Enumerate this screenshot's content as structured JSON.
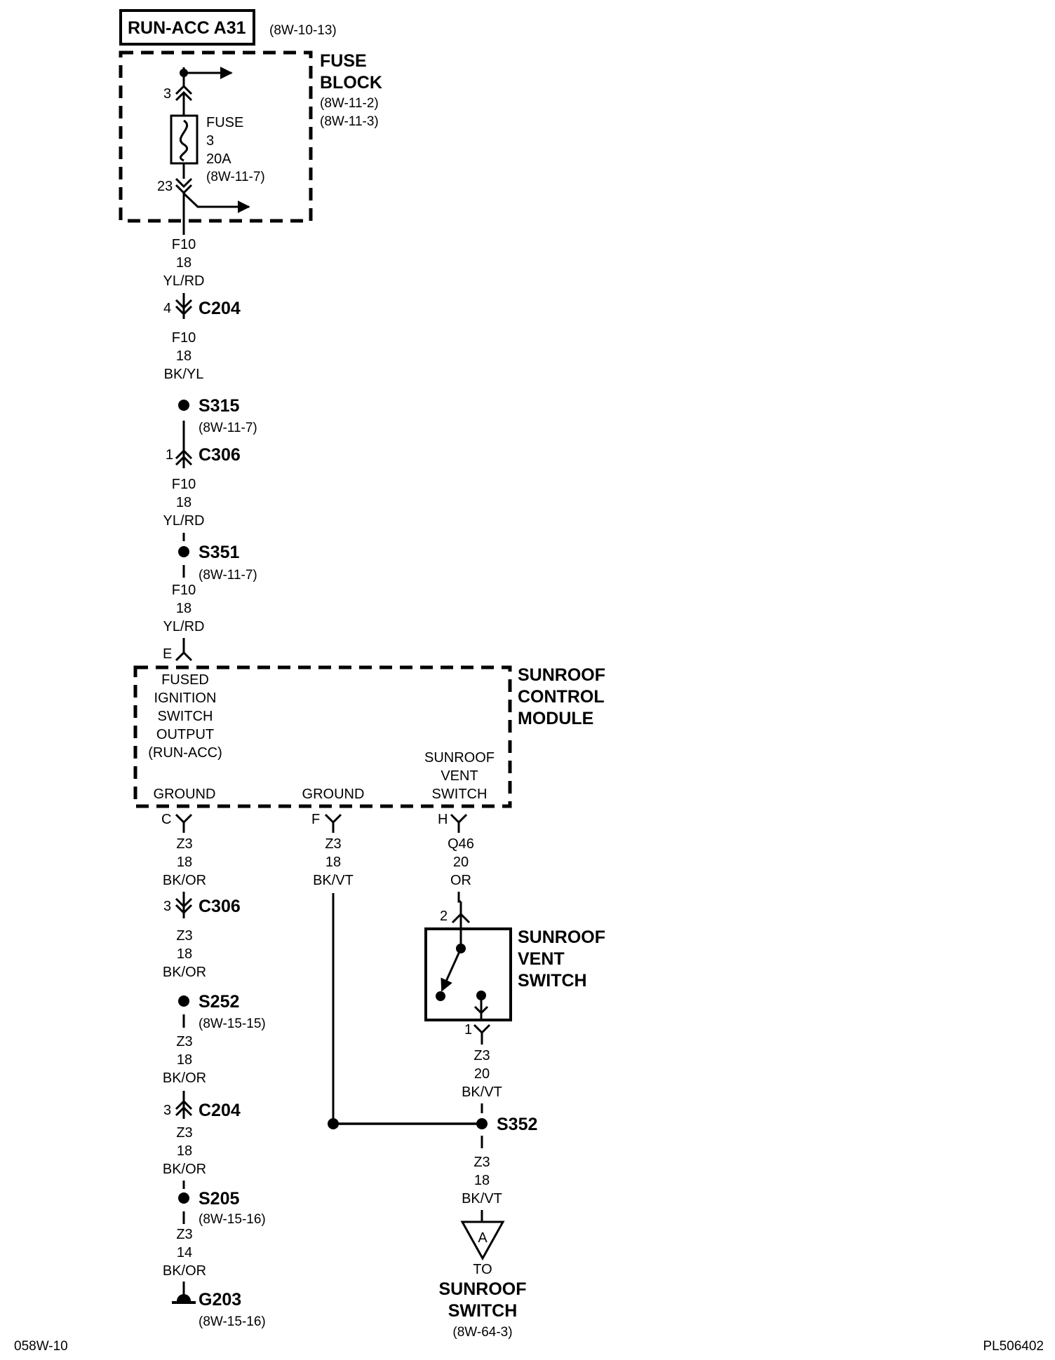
{
  "header": {
    "title": "RUN-ACC A31",
    "ref": "(8W-10-13)"
  },
  "fuse_block": {
    "label_line1": "FUSE",
    "label_line2": "BLOCK",
    "ref1": "(8W-11-2)",
    "ref2": "(8W-11-3)",
    "pin_top": "3",
    "pin_bottom": "23",
    "fuse": {
      "line1": "FUSE",
      "line2": "3",
      "line3": "20A",
      "ref": "(8W-11-7)"
    }
  },
  "wire_sections": {
    "w1": [
      "F10",
      "18",
      "YL/RD"
    ],
    "w2": [
      "F10",
      "18",
      "BK/YL"
    ],
    "w3": [
      "F10",
      "18",
      "YL/RD"
    ],
    "w4": [
      "F10",
      "18",
      "YL/RD"
    ],
    "w5": [
      "Z3",
      "18",
      "BK/OR"
    ],
    "w6": [
      "Z3",
      "18",
      "BK/VT"
    ],
    "w7": [
      "Q46",
      "20",
      "OR"
    ],
    "w8": [
      "Z3",
      "18",
      "BK/OR"
    ],
    "w9": [
      "Z3",
      "18",
      "BK/OR"
    ],
    "w10": [
      "Z3",
      "20",
      "BK/VT"
    ],
    "w11": [
      "Z3",
      "18",
      "BK/OR"
    ],
    "w12": [
      "Z3",
      "18",
      "BK/VT"
    ],
    "w13": [
      "Z3",
      "14",
      "BK/OR"
    ]
  },
  "connectors": {
    "c204_top": {
      "pin": "4",
      "name": "C204"
    },
    "c306_top": {
      "pin": "1",
      "name": "C306"
    },
    "c306_bot": {
      "pin": "3",
      "name": "C306"
    },
    "c204_bot": {
      "pin": "3",
      "name": "C204"
    },
    "module_e": {
      "pin": "E"
    },
    "module_c": {
      "pin": "C"
    },
    "module_f": {
      "pin": "F"
    },
    "module_h": {
      "pin": "H"
    },
    "switch_2": {
      "pin": "2"
    },
    "switch_1": {
      "pin": "1"
    }
  },
  "splices": {
    "s315": {
      "name": "S315",
      "ref": "(8W-11-7)"
    },
    "s351": {
      "name": "S351",
      "ref": "(8W-11-7)"
    },
    "s252": {
      "name": "S252",
      "ref": "(8W-15-15)"
    },
    "s205": {
      "name": "S205",
      "ref": "(8W-15-16)"
    },
    "s352": {
      "name": "S352"
    }
  },
  "module": {
    "label": [
      "SUNROOF",
      "CONTROL",
      "MODULE"
    ],
    "fused_label": [
      "FUSED",
      "IGNITION",
      "SWITCH",
      "OUTPUT",
      "(RUN-ACC)"
    ],
    "ground1": "GROUND",
    "ground2": "GROUND",
    "vent_label": [
      "SUNROOF",
      "VENT",
      "SWITCH"
    ]
  },
  "vent_switch": {
    "label": [
      "SUNROOF",
      "VENT",
      "SWITCH"
    ]
  },
  "ground_g203": {
    "name": "G203",
    "ref": "(8W-15-16)"
  },
  "destination": {
    "letter": "A",
    "to": "TO",
    "line1": "SUNROOF",
    "line2": "SWITCH",
    "ref": "(8W-64-3)"
  },
  "footer": {
    "left": "058W-10",
    "right": "PL506402"
  }
}
